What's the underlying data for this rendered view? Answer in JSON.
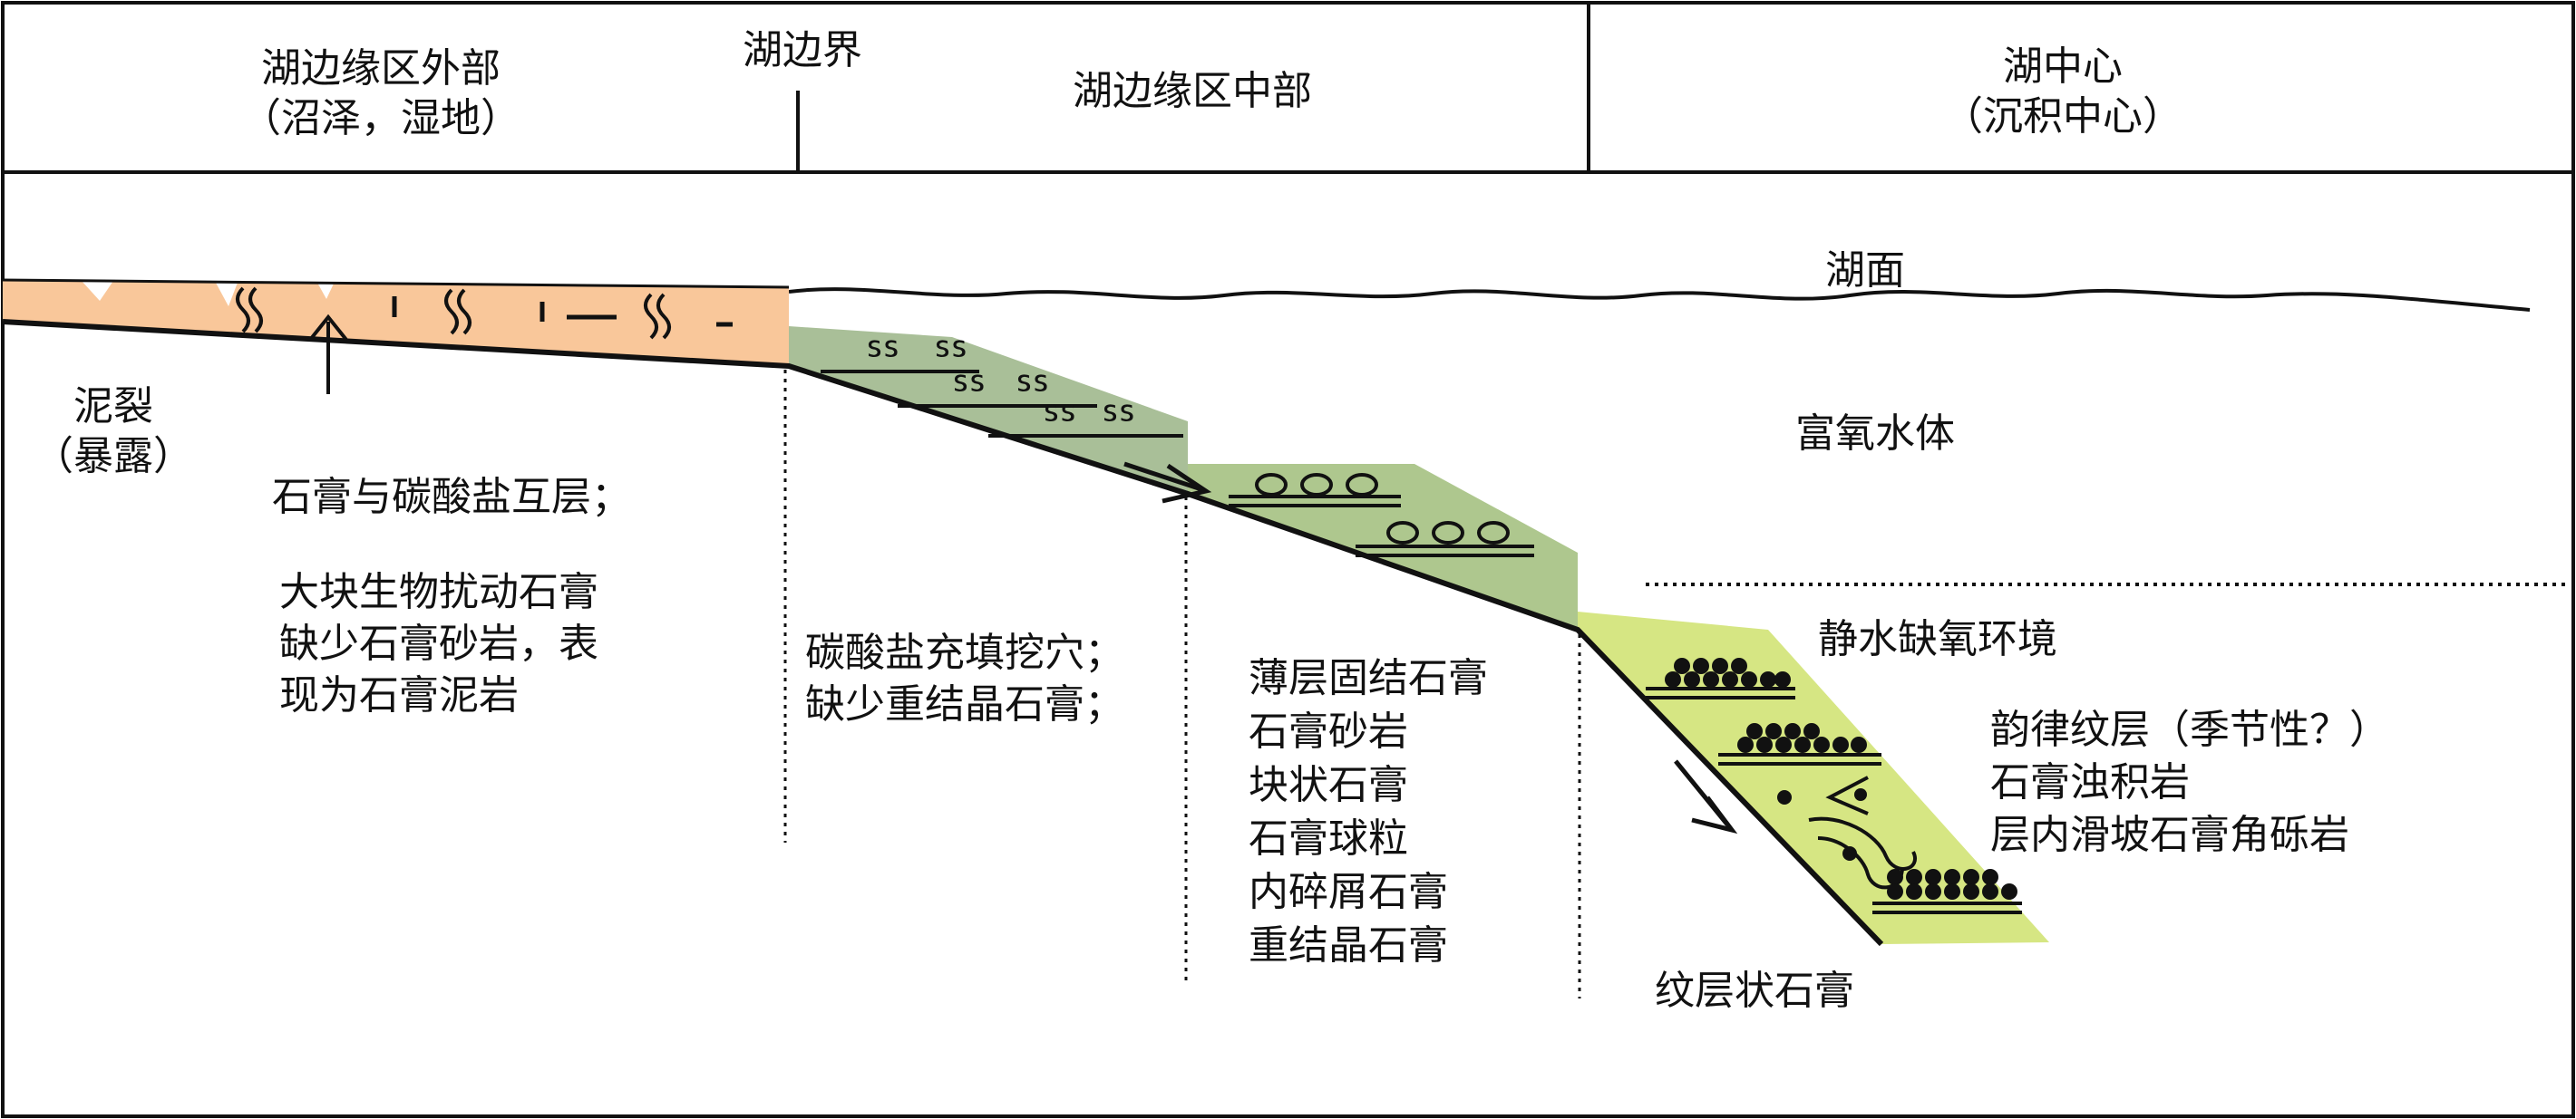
{
  "header": {
    "zone_outer": [
      "湖边缘区外部",
      "（沼泽，湿地）"
    ],
    "boundary": "湖边界",
    "zone_middle": "湖边缘区中部",
    "zone_center": [
      "湖中心",
      "（沉积中心）"
    ]
  },
  "water": {
    "surface": "湖面",
    "oxic": "富氧水体",
    "anoxic": "静水缺氧环境"
  },
  "outer_zone": {
    "mudcrack": [
      "泥裂",
      "（暴露）"
    ],
    "notes": [
      "石膏与碳酸盐互层；",
      "",
      "大块生物扰动石膏",
      "缺少石膏砂岩，表",
      "现为石膏泥岩"
    ]
  },
  "middle_zone_a": {
    "notes": [
      "碳酸盐充填挖穴；",
      "缺少重结晶石膏；"
    ]
  },
  "middle_zone_b": {
    "notes": [
      "薄层固结石膏",
      "石膏砂岩",
      "块状石膏",
      "石膏球粒",
      "内碎屑石膏",
      "重结晶石膏"
    ]
  },
  "center_zone": {
    "notes": [
      "韵律纹层（季节性？）",
      "石膏浊积岩",
      "层内滑坡石膏角砾岩"
    ],
    "bottom_label": "纹层状石膏"
  },
  "colors": {
    "sabkha_fill": "#f9c79a",
    "slope_fill": "#a9bf98",
    "shelf_fill": "#aec78e",
    "basin_fill": "#d6e683",
    "line": "#111111"
  }
}
